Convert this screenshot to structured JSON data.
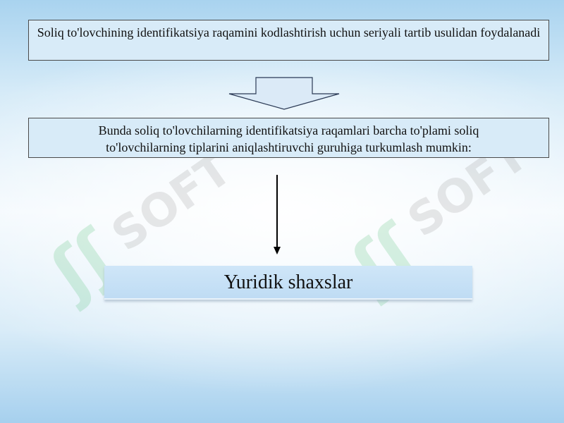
{
  "steps": {
    "step1": "Soliq to'lovchining identifikatsiya raqamini kodlashtirish uchun seriyali tartib usulidan foydalanadi",
    "step2": "Bunda soliq to'lovchilarning identifikatsiya raqamlari barcha to'plami soliq to'lovchilarning tiplarini aniqlashtiruvchi guruhiga turkumlash mumkin:",
    "result": "Yuridik shaxslar"
  },
  "watermark": {
    "text": "SOFT",
    "mark": "ʃʃ",
    "colors": {
      "text": "#969696",
      "mark": "#50be78"
    }
  },
  "colors": {
    "box_fill": "#d8ebf8",
    "box_border": "#4a4a4a",
    "arrow_fill": "#dbeaf7",
    "arrow_stroke": "#2b3a55",
    "result_fill": "#c8e2f6"
  }
}
